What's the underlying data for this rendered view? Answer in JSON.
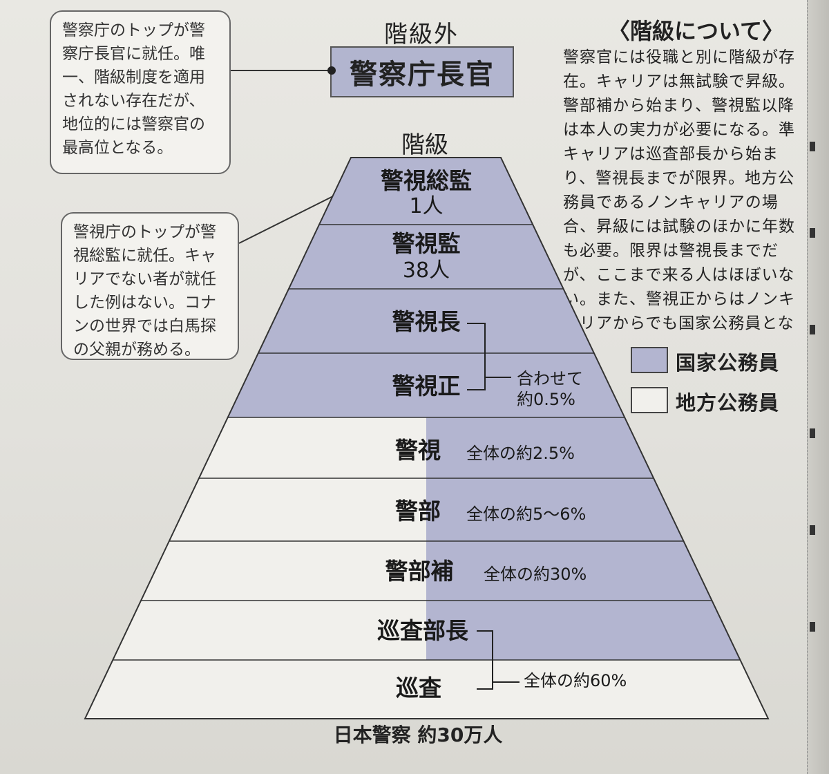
{
  "outside_label": "階級外",
  "top_box": "警察庁長官",
  "rank_label": "階級",
  "notes": [
    "警察庁のトップが警察庁長官に就任。唯一、階級制度を適用されない存在だが、地位的には警察官の最高位となる。",
    "警視庁のトップが警視総監に就任。キャリアでない者が就任した例はない。コナンの世界では白馬探の父親が務める。"
  ],
  "sidebar": {
    "title": "〈階級について〉",
    "body": "警察官には役職と別に階級が存在。キャリアは無試験で昇級。警部補から始まり、警視監以降は本人の実力が必要になる。準キャリアは巡査部長から始まり、警視長までが限界。地方公務員であるノンキャリアの場合、昇級には試験のほかに年数も必要。限界は警視長までだが、ここまで来る人はほぼいない。また、警視正からはノンキャリアからでも国家公務員となる。"
  },
  "legend": [
    {
      "label": "国家公務員",
      "color": "#b3b5d0"
    },
    {
      "label": "地方公務員",
      "color": "#f1f0ec"
    }
  ],
  "tiers": [
    {
      "name": "警視総監",
      "count": "1人"
    },
    {
      "name": "警視監",
      "count": "38人"
    },
    {
      "name": "警視長"
    },
    {
      "name": "警視正"
    },
    {
      "name": "警視",
      "share": "全体の約2.5%"
    },
    {
      "name": "警部",
      "share": "全体の約5～6%"
    },
    {
      "name": "警部補",
      "share": "全体の約30%"
    },
    {
      "name": "巡査部長"
    },
    {
      "name": "巡査"
    }
  ],
  "brackets": {
    "upper": [
      "合わせて",
      "約0.5%"
    ],
    "lower": "全体の約60%"
  },
  "colors": {
    "national": "#b3b5d0",
    "local": "#f1f0ec",
    "line": "#333333"
  },
  "footer": "日本警察  約30万人"
}
